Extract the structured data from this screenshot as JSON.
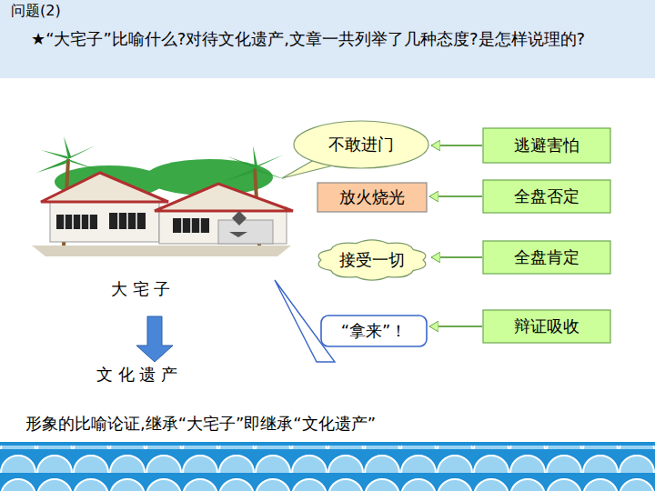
{
  "diagram": {
    "title": "问题(2)",
    "nodes": [
      {
        "text": [
          "不敢进门"
        ]
      },
      {
        "text": [
          "放火烧光"
        ]
      },
      {
        "text": [
          "接受一切"
        ]
      },
      {
        "text": [
          "“拿来”！"
        ]
      },
      {
        "text": [
          "逃避害怕"
        ]
      },
      {
        "text": [
          "全盘否定"
        ]
      },
      {
        "text": [
          "全盘肯定"
        ]
      },
      {
        "text": [
          "辩证吸收"
        ]
      }
    ],
    "edges": [
      {
        "from": 4,
        "to": 0,
        "arrow": "to"
      },
      {
        "from": 5,
        "to": 1,
        "arrow": "to"
      },
      {
        "from": 6,
        "to": 2,
        "arrow": "to"
      },
      {
        "from": 7,
        "to": 3,
        "arrow": "to"
      }
    ],
    "labels": [
      "★“大宅子”比喻什么?对待文化遗产,文章一共列举了几种态度?是怎样说理的?",
      "大 宅 子",
      "文 化 遗 产",
      "形象的比喻论证,继承“大宅子”即继承“文化遗产”"
    ]
  }
}
